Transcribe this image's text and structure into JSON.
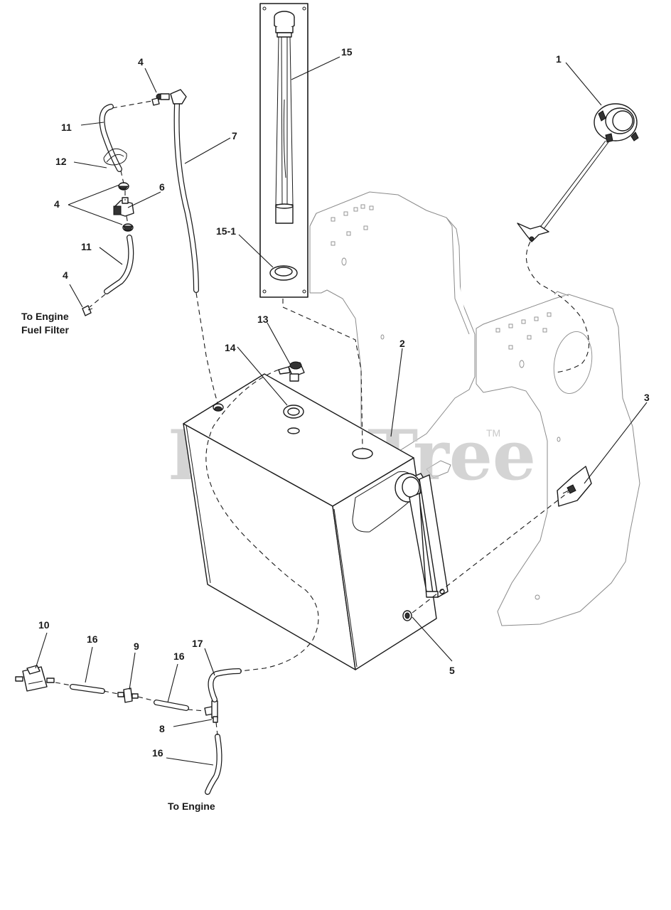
{
  "callouts": {
    "c1": "1",
    "c2": "2",
    "c3": "3",
    "c4a": "4",
    "c4b": "4",
    "c4c": "4",
    "c5": "5",
    "c6": "6",
    "c7": "7",
    "c8": "8",
    "c9": "9",
    "c10": "10",
    "c11a": "11",
    "c11b": "11",
    "c12": "12",
    "c13": "13",
    "c14": "14",
    "c15": "15",
    "c15_1": "15-1",
    "c16a": "16",
    "c16b": "16",
    "c16c": "16",
    "c17": "17"
  },
  "notes": {
    "fuel_filter_line1": "To Engine",
    "fuel_filter_line2": "Fuel Filter",
    "engine": "To Engine"
  },
  "watermark": {
    "text": "PartsTree",
    "tm": "TM"
  }
}
